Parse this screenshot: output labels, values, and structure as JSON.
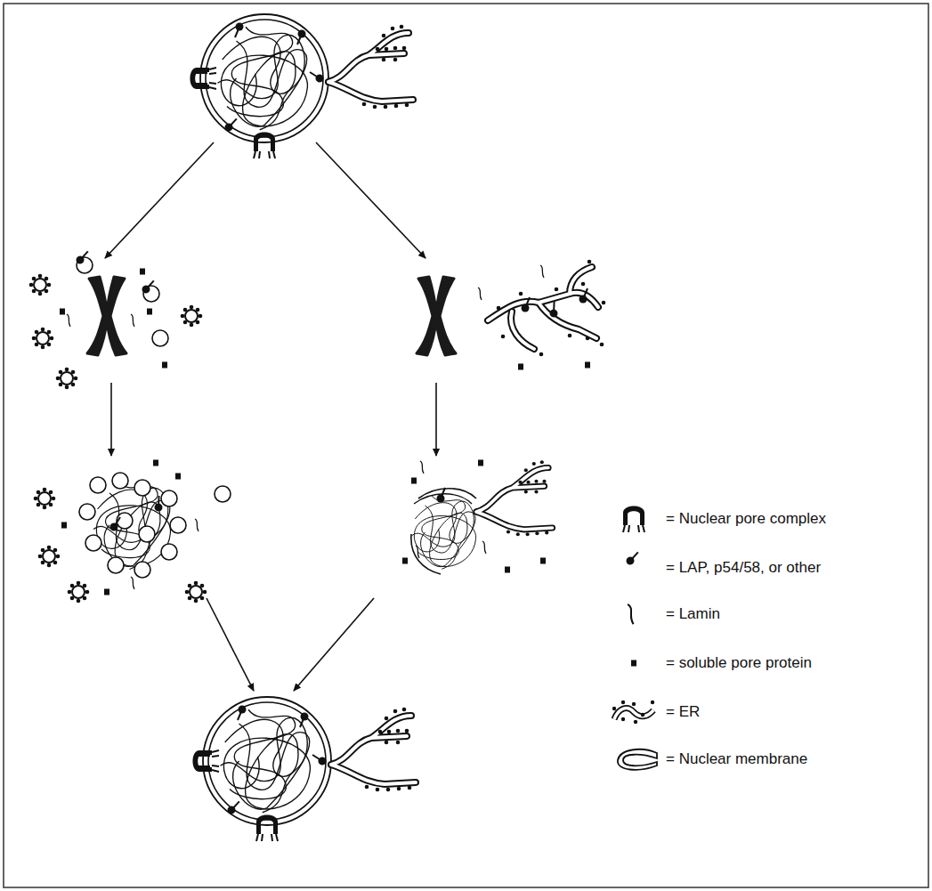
{
  "diagram": {
    "legend": [
      {
        "text": "= Nuclear pore complex"
      },
      {
        "text": "= LAP, p54/58, or other"
      },
      {
        "text": "= Lamin"
      },
      {
        "text": "= soluble pore protein"
      },
      {
        "text": "= ER"
      },
      {
        "text": "= Nuclear membrane"
      }
    ]
  }
}
